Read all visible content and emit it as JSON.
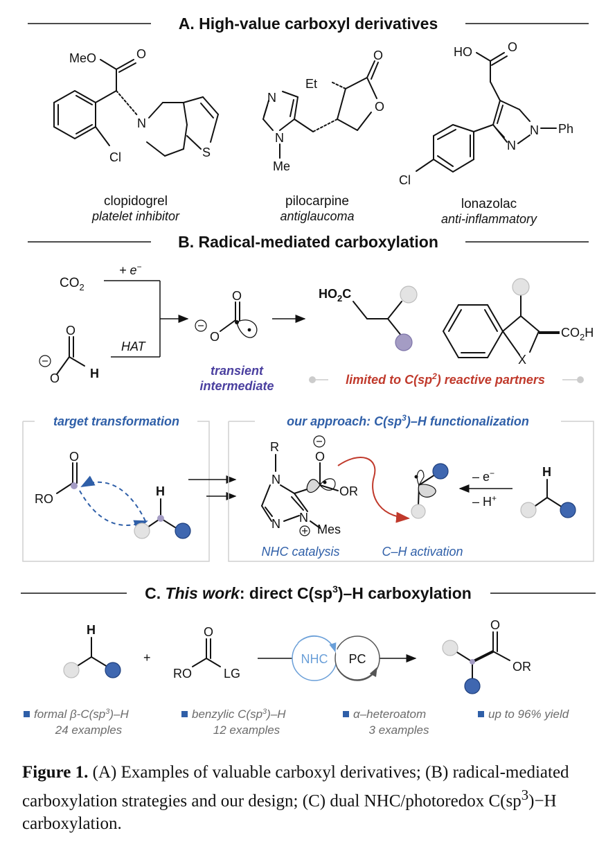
{
  "sectionA": {
    "title": "A. High-value carboxyl derivatives",
    "compounds": [
      {
        "name": "clopidogrel",
        "use": "platelet inhibitor",
        "atoms": [
          "MeO",
          "O",
          "N",
          "S",
          "Cl"
        ]
      },
      {
        "name": "pilocarpine",
        "use": "antiglaucoma",
        "atoms": [
          "Et",
          "O",
          "O",
          "N",
          "N",
          "Me"
        ]
      },
      {
        "name": "lonazolac",
        "use": "anti-inflammatory",
        "atoms": [
          "HO",
          "O",
          "N",
          "N",
          "Ph",
          "Cl"
        ]
      }
    ]
  },
  "sectionB": {
    "title": "B. Radical-mediated carboxylation",
    "co2": "CO",
    "co2_sub": "2",
    "plus_e": "+ e",
    "plus_e_sup": "−",
    "hat": "HAT",
    "formate_atoms": [
      "O",
      "H",
      "O"
    ],
    "radical_atoms": [
      "O",
      "O"
    ],
    "transient": [
      "transient",
      "intermediate"
    ],
    "product1_acid": "HO",
    "product1_acid_sub": "2",
    "product1_c": "C",
    "product2_acid": "CO",
    "product2_acid_sub": "2",
    "product2_h": "H",
    "product2_x": "X",
    "limited": "limited to C(sp",
    "limited_sup": "2",
    "limited_end": ") reactive partners",
    "target_label": "target transformation",
    "approach_label_pre": "our approach: C(sp",
    "approach_label_sup": "3",
    "approach_label_post": ")–H functionalization",
    "target_atoms": [
      "O",
      "RO",
      "H"
    ],
    "nhc_atoms": [
      "R",
      "N",
      "N",
      "N",
      "Mes",
      "O",
      "OR"
    ],
    "minus_e": "– e",
    "minus_e_sup": "−",
    "minus_h": "– H",
    "minus_h_sup": "+",
    "substrate_h": "H",
    "nhc_catalysis": "NHC catalysis",
    "ch_activation": "C–H activation"
  },
  "sectionC": {
    "title_pre": "C. ",
    "title_it": "This work",
    "title_post": ": direct C(sp",
    "title_sup": "3",
    "title_end": ")–H carboxylation",
    "substrate_h": "H",
    "plus": "+",
    "reagent_atoms": [
      "O",
      "RO",
      "LG"
    ],
    "nhc": "NHC",
    "pc": "PC",
    "product_atoms": [
      "O",
      "OR"
    ],
    "features": [
      {
        "line1_pre": "formal β-C(sp",
        "line1_sup": "3",
        "line1_post": ")–H",
        "line2": "24 examples"
      },
      {
        "line1_pre": "benzylic C(sp",
        "line1_sup": "3",
        "line1_post": ")–H",
        "line2": "12 examples"
      },
      {
        "line1_pre": "α–heteroatom",
        "line1_sup": "",
        "line1_post": "",
        "line2": "3 examples"
      },
      {
        "line1_pre": "up to 96% yield",
        "line1_sup": "",
        "line1_post": "",
        "line2": ""
      }
    ]
  },
  "caption": {
    "fig": "Figure 1.",
    "text": "(A) Examples of valuable carboxyl derivatives; (B) radical-mediated carboxylation strategies and our design; (C) dual NHC/photoredox C(sp",
    "sup": "3",
    "end": ")−H carboxylation."
  },
  "colors": {
    "blue": "#2f5fa8",
    "purple": "#4a3f9f",
    "red": "#c0392b",
    "gray_circle": "#e3e3e3",
    "blue_circle": "#3f67b0",
    "purple_circle": "#a49cc4"
  }
}
